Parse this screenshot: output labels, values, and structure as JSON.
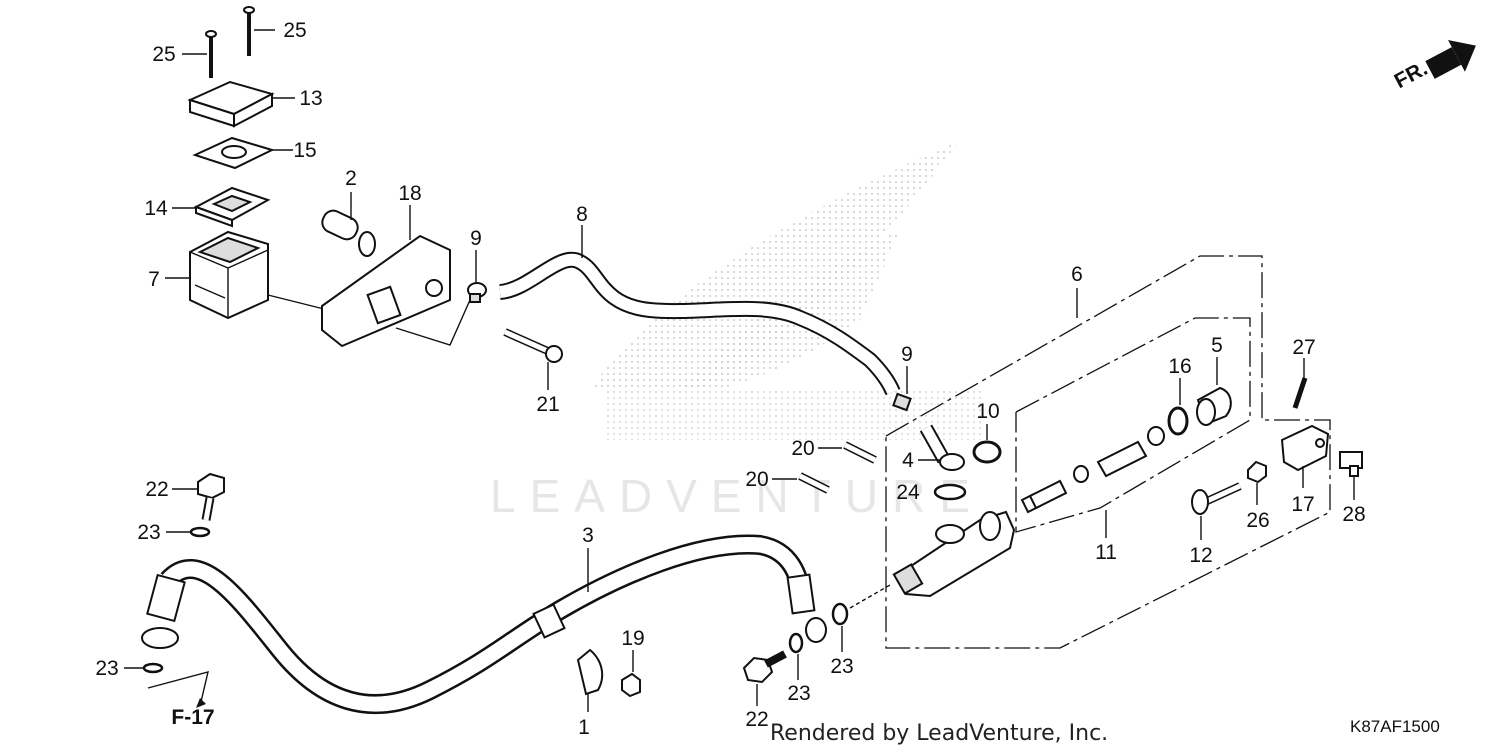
{
  "diagram": {
    "front_marker": "FR.",
    "watermark": "LEADVENTURE",
    "reference": "F-17",
    "footer": "Rendered by LeadVenture, Inc.",
    "diagram_code": "K87AF1500"
  },
  "callouts": {
    "c1": "1",
    "c2": "2",
    "c3": "3",
    "c4": "4",
    "c5": "5",
    "c6": "6",
    "c7": "7",
    "c8": "8",
    "c9a": "9",
    "c9b": "9",
    "c10": "10",
    "c11": "11",
    "c12": "12",
    "c13": "13",
    "c14": "14",
    "c15": "15",
    "c16": "16",
    "c17": "17",
    "c18": "18",
    "c19": "19",
    "c20a": "20",
    "c20b": "20",
    "c21": "21",
    "c22a": "22",
    "c22b": "22",
    "c23a": "23",
    "c23b": "23",
    "c23c": "23",
    "c23d": "23",
    "c24": "24",
    "c25a": "25",
    "c25b": "25",
    "c26": "26",
    "c27": "27",
    "c28": "28"
  }
}
